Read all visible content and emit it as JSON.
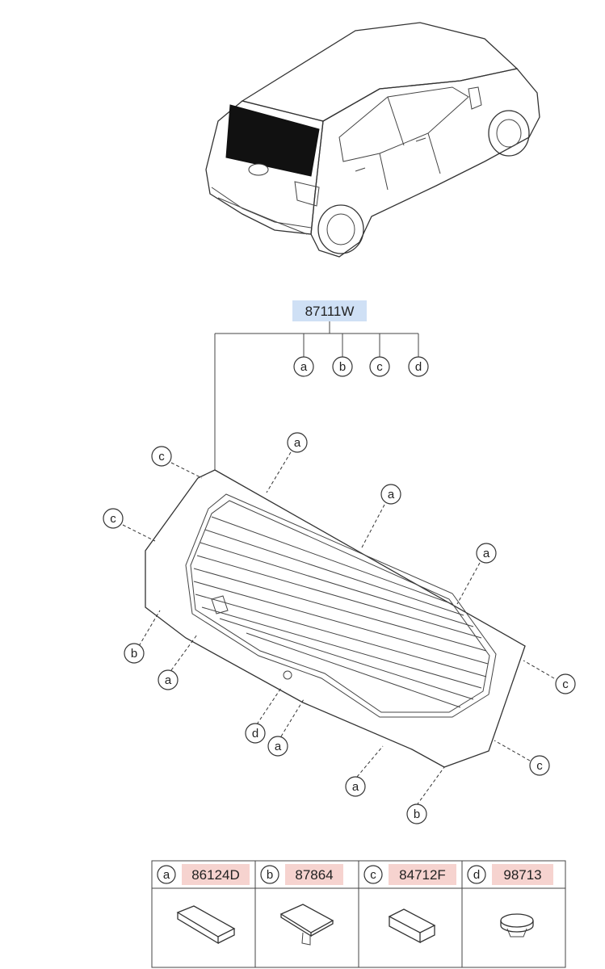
{
  "main_part": {
    "number": "87111W",
    "highlight_color": "#cfe0f5",
    "sub_refs": [
      "a",
      "b",
      "c",
      "d"
    ]
  },
  "callouts": [
    "c",
    "a",
    "c",
    "a",
    "a",
    "b",
    "a",
    "c",
    "d",
    "a",
    "c",
    "a",
    "b"
  ],
  "legend": {
    "items": [
      {
        "letter": "a",
        "part": "86124D"
      },
      {
        "letter": "b",
        "part": "87864"
      },
      {
        "letter": "c",
        "part": "84712F"
      },
      {
        "letter": "d",
        "part": "98713"
      }
    ],
    "part_highlight_color": "#f6d3cf"
  }
}
